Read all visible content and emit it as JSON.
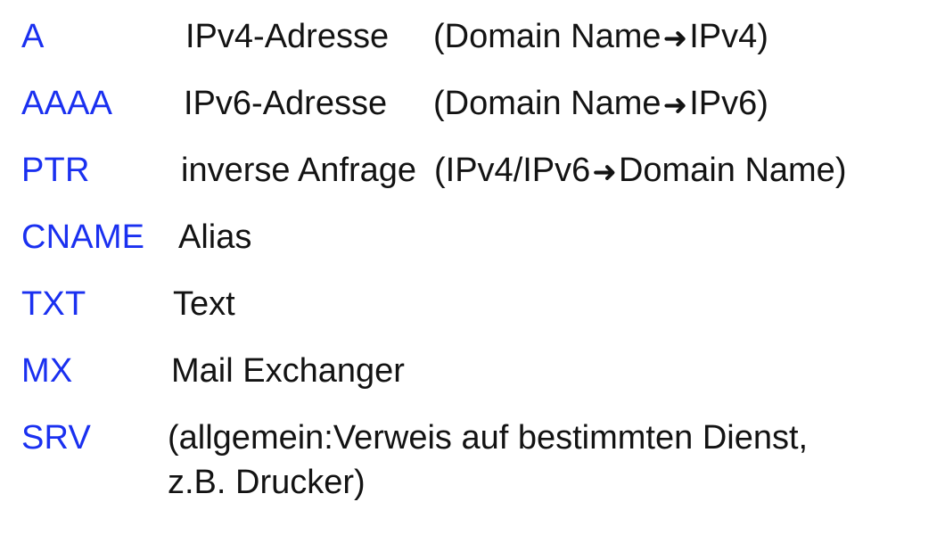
{
  "slide": {
    "background_color": "#ffffff",
    "accent_color": "#1a30f0",
    "text_color": "#131313",
    "arrow_glyph": "➜"
  },
  "records": [
    {
      "type": "A",
      "description": "IPv4-Adresse",
      "note_prefix": "(Domain Name",
      "note_suffix": "IPv4)",
      "has_note": true
    },
    {
      "type": "AAAA",
      "description": "IPv6-Adresse",
      "note_prefix": "(Domain Name",
      "note_suffix": "IPv6)",
      "has_note": true
    },
    {
      "type": "PTR",
      "description": "inverse Anfrage",
      "note_prefix": "(IPv4/IPv6",
      "note_suffix": "Domain Name)",
      "has_note": true
    },
    {
      "type": "CNAME",
      "description": "Alias",
      "has_note": false
    },
    {
      "type": "TXT",
      "description": "Text",
      "has_note": false
    },
    {
      "type": "MX",
      "description": "Mail Exchanger",
      "has_note": false
    },
    {
      "type": "SRV",
      "description_line1": "(allgemein:Verweis auf bestimmten Dienst,",
      "description_line2": "z.B. Drucker)",
      "has_note": false,
      "wraps": true
    }
  ]
}
